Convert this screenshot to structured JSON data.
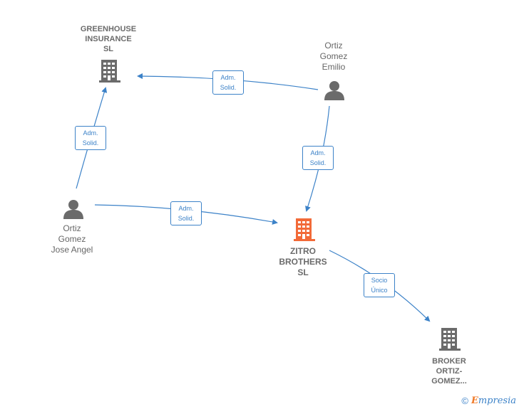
{
  "nodes": {
    "greenhouse": {
      "label": "GREENHOUSE\nINSURANCE\nSL",
      "type": "company"
    },
    "emilio": {
      "label": "Ortiz\nGomez\nEmilio",
      "type": "person"
    },
    "jose": {
      "label": "Ortiz\nGomez\nJose Angel",
      "type": "person"
    },
    "zitro": {
      "label": "ZITRO\nBROTHERS\nSL",
      "type": "company-focus"
    },
    "broker": {
      "label": "BROKER\nORTIZ-\nGOMEZ...",
      "type": "company"
    }
  },
  "edges": {
    "emilio_greenhouse": {
      "from": "emilio",
      "to": "greenhouse",
      "label": "Adm.\nSolid."
    },
    "jose_greenhouse": {
      "from": "jose",
      "to": "greenhouse",
      "label": "Adm.\nSolid."
    },
    "emilio_zitro": {
      "from": "emilio",
      "to": "zitro",
      "label": "Adm.\nSolid."
    },
    "jose_zitro": {
      "from": "jose",
      "to": "zitro",
      "label": "Adm.\nSolid."
    },
    "zitro_broker": {
      "from": "zitro",
      "to": "broker",
      "label": "Socio\nÚnico"
    }
  },
  "colors": {
    "edge": "#3c82c8",
    "node_icon": "#6b6b6b",
    "focus_icon": "#f26a38"
  },
  "brand": {
    "copyright_symbol": "©",
    "name_initial": "E",
    "name_rest": "mpresia"
  }
}
